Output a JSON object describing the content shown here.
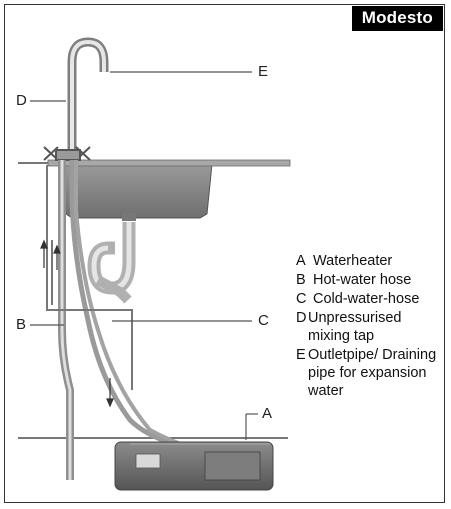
{
  "title": "Modesto",
  "callouts": {
    "a": "A",
    "b": "B",
    "c": "C",
    "d": "D",
    "e": "E"
  },
  "legend": [
    {
      "key": "A",
      "text": "Waterheater"
    },
    {
      "key": "B",
      "text": "Hot-water hose"
    },
    {
      "key": "C",
      "text": "Cold-water-hose"
    },
    {
      "key": "D",
      "text": "Unpressurised mixing tap"
    },
    {
      "key": "E",
      "text": "Outletpipe/ Draining pipe for expansion water"
    }
  ],
  "colors": {
    "sink": "#8a8a8a",
    "pipe": "#b9b9b9",
    "heater": "#6e6e6e",
    "line": "#666666"
  }
}
